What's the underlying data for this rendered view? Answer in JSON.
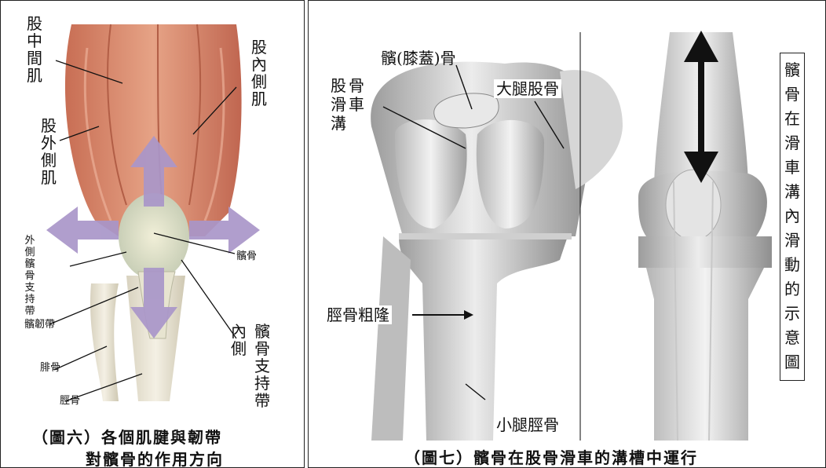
{
  "figure6": {
    "labels": {
      "vastus_intermedius": "股中間肌",
      "vastus_medialis": "股內側肌",
      "vastus_lateralis": "股外側肌",
      "lateral_retinaculum": "外側髕骨支持帶",
      "patella": "髕骨",
      "patellar_ligament": "髕韌帶",
      "medial_retinaculum_side": "內側",
      "medial_retinaculum": "髕骨支持帶",
      "fibula": "腓骨",
      "tibia": "脛骨"
    },
    "caption_line1": "（圖六）各個肌腱與韌帶",
    "caption_line2": "對髕骨的作用方向"
  },
  "figure7": {
    "labels": {
      "patella": "髕(膝蓋)骨",
      "trochlear_groove": "股骨滑車溝",
      "femur": "大腿股骨",
      "tibial_tuberosity": "脛骨粗隆",
      "tibia": "小腿脛骨",
      "side_note": "髕骨在滑車溝內滑動的示意圖"
    },
    "caption": "（圖七）髕骨在股骨滑車的溝槽中運行"
  },
  "colors": {
    "arrow_fill": "#a996c9",
    "muscle": "#d98a6c",
    "bone": "#e9e6df",
    "ink": "#111111"
  }
}
